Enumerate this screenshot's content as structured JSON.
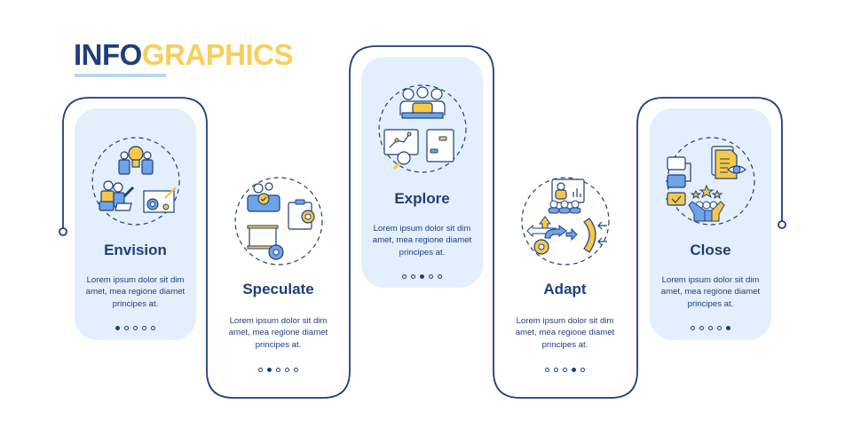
{
  "header": {
    "title_part1": "INFO",
    "title_part2": "GRAPHICS"
  },
  "colors": {
    "navy": "#1d3f7c",
    "yellow": "#f7cf5b",
    "card_fill": "#e4effd",
    "accent_blue": "#6fa3e8",
    "underline": "#b6d6f2"
  },
  "stages": [
    {
      "name": "Envision",
      "description": "Lorem ipsum dolor sit dim amet, mea regione diamet principes at.",
      "active_dot": 1,
      "icon": "team-idea-target-icon"
    },
    {
      "name": "Speculate",
      "description": "Lorem ipsum dolor sit dim amet, mea regione diamet principes at.",
      "active_dot": 2,
      "icon": "plan-checklist-gear-icon"
    },
    {
      "name": "Explore",
      "description": "Lorem ipsum dolor sit dim amet, mea regione diamet principes at.",
      "active_dot": 3,
      "icon": "meeting-analytics-controls-icon"
    },
    {
      "name": "Adapt",
      "description": "Lorem ipsum dolor sit dim amet, mea regione diamet principes at.",
      "active_dot": 4,
      "icon": "presentation-arrows-shield-icon"
    },
    {
      "name": "Close",
      "description": "Lorem ipsum dolor sit dim amet, mea regione diamet principes at.",
      "active_dot": 5,
      "icon": "review-documents-rating-icon"
    }
  ]
}
